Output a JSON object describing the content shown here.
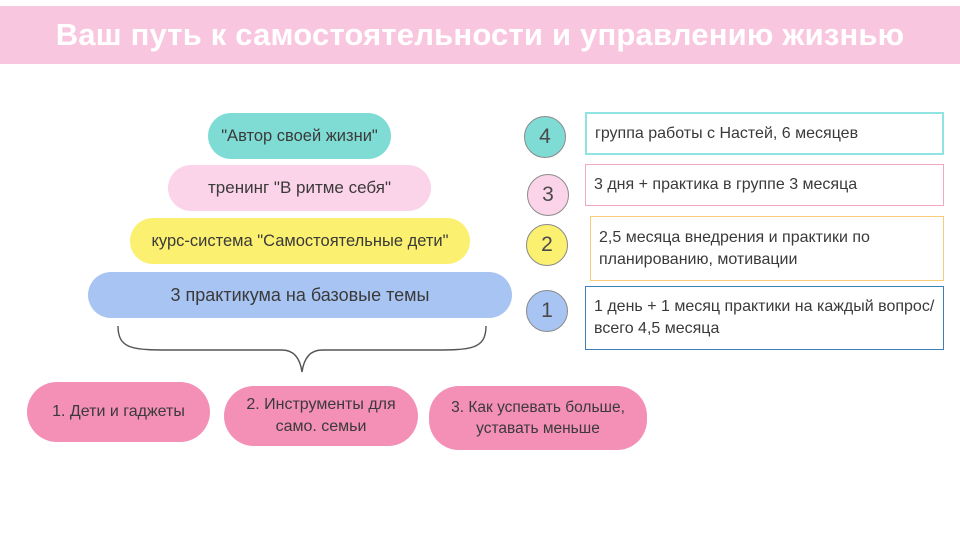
{
  "title": "Ваш путь к самостоятельности и управлению жизнью",
  "pyramid": [
    {
      "level": 4,
      "label": "\"Автор своей жизни\""
    },
    {
      "level": 3,
      "label": "тренинг \"В ритме себя\""
    },
    {
      "level": 2,
      "label": "курс-система \"Самостоятельные дети\""
    },
    {
      "level": 1,
      "label": "3 практикума на базовые темы"
    }
  ],
  "levels": [
    {
      "number": "4",
      "description": "группа работы с Настей, 6 месяцев"
    },
    {
      "number": "3",
      "description": "3 дня + практика в группе 3 месяца"
    },
    {
      "number": "2",
      "description": "2,5 месяца внедрения и практики по планированию, мотивации"
    },
    {
      "number": "1",
      "description": "1 день + 1 месяц практики на каждый вопрос/всего 4,5 месяца"
    }
  ],
  "practicums": [
    "1. Дети и гаджеты",
    "2. Инструменты для само. семьи",
    "3. Как успевать больше, уставать меньше"
  ],
  "colors": {
    "title_bar": "#f9c6df",
    "level_4": "#7fdcd4",
    "level_3": "#fcd4e9",
    "level_2": "#fbf06f",
    "level_1": "#a8c4f2",
    "practicum": "#f48fb6"
  }
}
